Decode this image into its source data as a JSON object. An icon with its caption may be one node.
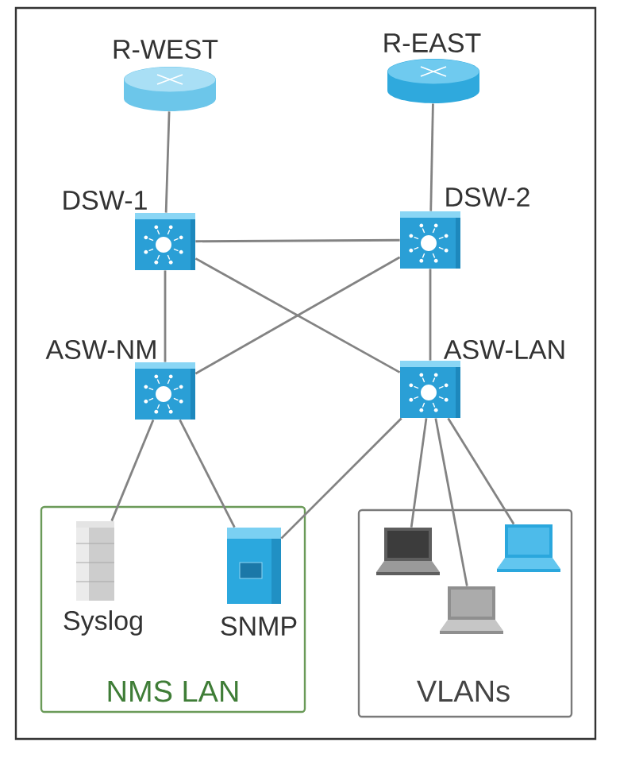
{
  "diagram": {
    "nodes": [
      {
        "text": [
          "R-WEST"
        ]
      },
      {
        "text": [
          "R-EAST"
        ]
      },
      {
        "text": [
          "DSW-1"
        ]
      },
      {
        "text": [
          "DSW-2"
        ]
      },
      {
        "text": [
          "ASW-NM"
        ]
      },
      {
        "text": [
          "ASW-LAN"
        ]
      },
      {
        "text": [
          "NMS LAN"
        ]
      },
      {
        "text": [
          "Syslog"
        ],
        "in": 6
      },
      {
        "text": [
          "SNMP"
        ],
        "in": 6
      },
      {
        "text": [
          "VLANs"
        ]
      },
      {
        "text": [],
        "shape": "picture",
        "in": 9
      },
      {
        "text": [],
        "shape": "picture",
        "in": 9
      },
      {
        "text": [],
        "shape": "picture",
        "in": 9
      }
    ],
    "edges": [
      {
        "from": 0,
        "to": 2,
        "arrow": "none"
      },
      {
        "from": 1,
        "to": 3,
        "arrow": "none"
      },
      {
        "from": 2,
        "to": 3,
        "arrow": "none"
      },
      {
        "from": 2,
        "to": 4,
        "arrow": "none"
      },
      {
        "from": 2,
        "to": 5,
        "arrow": "none"
      },
      {
        "from": 3,
        "to": 4,
        "arrow": "none"
      },
      {
        "from": 3,
        "to": 5,
        "arrow": "none"
      },
      {
        "from": 4,
        "to": 7,
        "arrow": "none"
      },
      {
        "from": 4,
        "to": 8,
        "arrow": "none"
      },
      {
        "from": 5,
        "to": 8,
        "arrow": "none"
      },
      {
        "from": 5,
        "to": 10,
        "arrow": "none"
      },
      {
        "from": 5,
        "to": 11,
        "arrow": "none"
      },
      {
        "from": 5,
        "to": 12,
        "arrow": "none"
      }
    ]
  }
}
